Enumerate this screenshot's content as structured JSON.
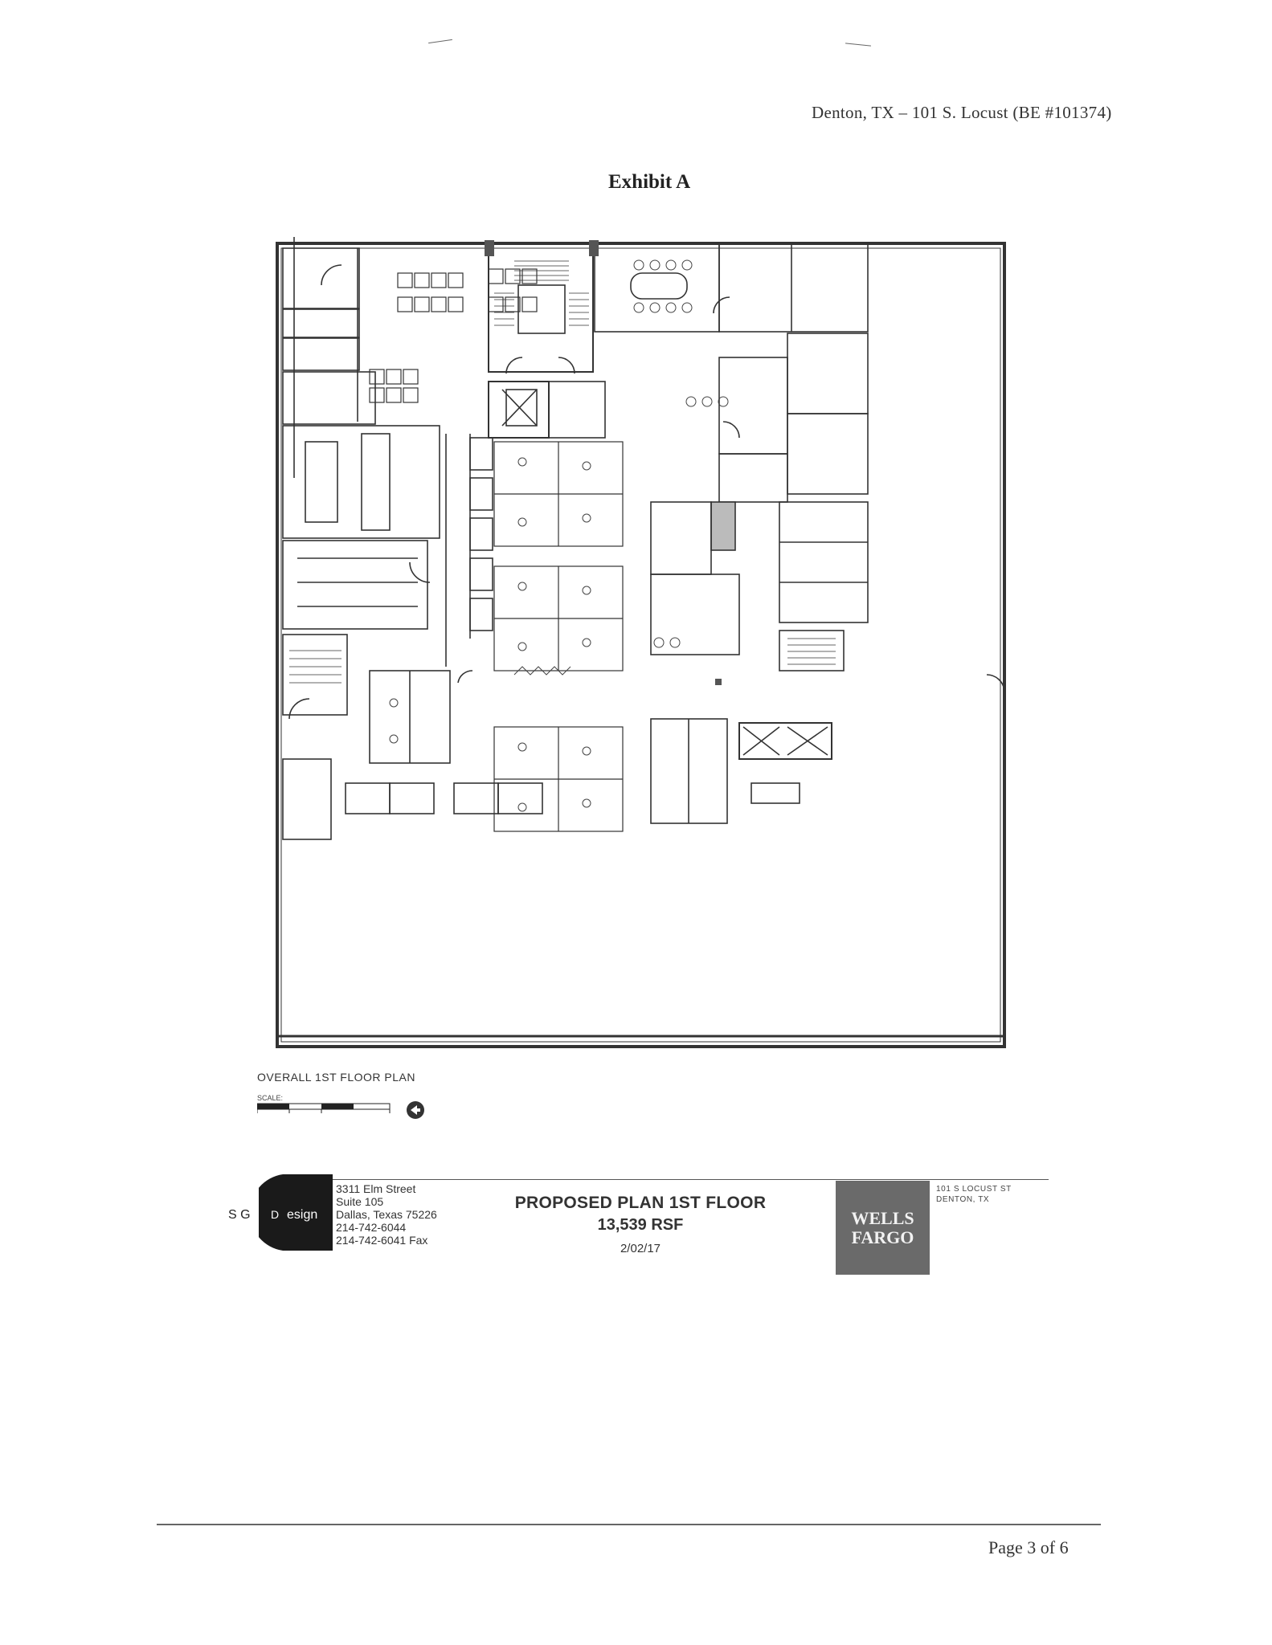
{
  "header": {
    "reference": "Denton, TX – 101 S. Locust (BE #101374)"
  },
  "exhibit": {
    "title": "Exhibit A"
  },
  "plan": {
    "caption": "OVERALL 1ST FLOOR PLAN",
    "scale_label": "SCALE:"
  },
  "title_block": {
    "firm_logo_text": "S G D esign",
    "address_lines": [
      "3311 Elm Street",
      "Suite 105",
      "Dallas, Texas 75226",
      "214-742-6044",
      "214-742-6041 Fax"
    ],
    "plan_title": "PROPOSED PLAN 1ST FLOOR",
    "rsf": "13,539 RSF",
    "date": "2/02/17",
    "client_logo_lines": [
      "WELLS",
      "FARGO"
    ],
    "site_address_lines": [
      "101 S LOCUST ST",
      "DENTON, TX"
    ]
  },
  "footer": {
    "page": "Page 3 of 6"
  }
}
